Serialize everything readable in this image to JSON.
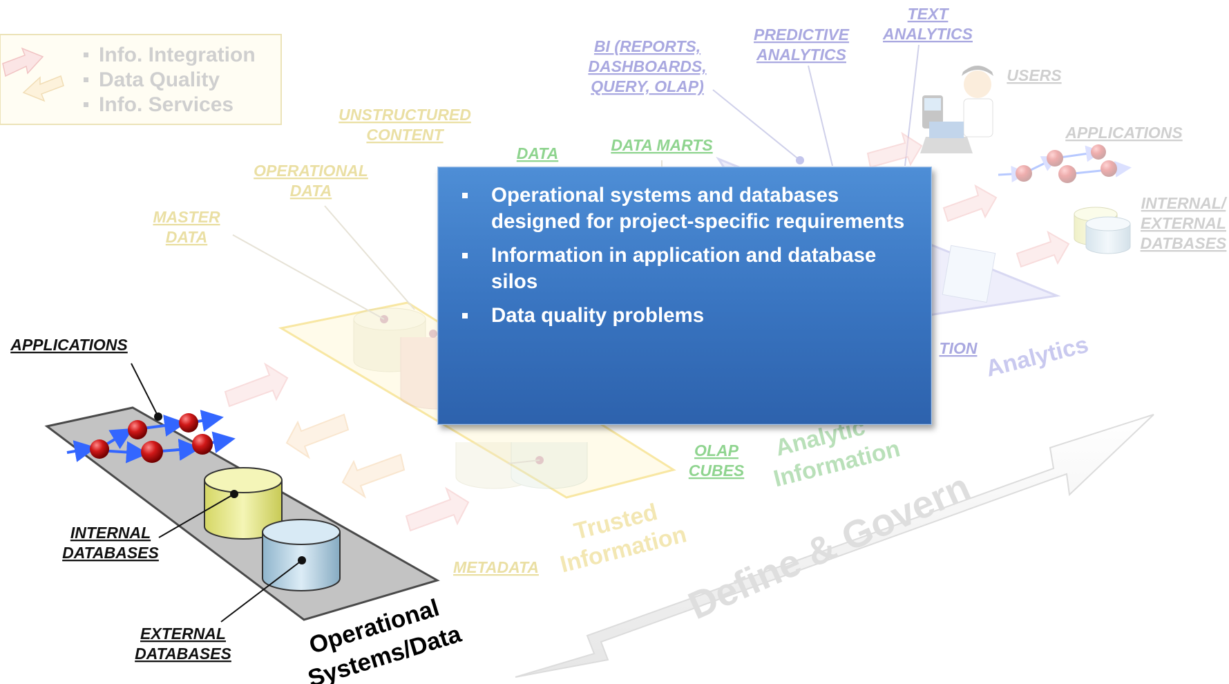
{
  "legend": {
    "items": [
      "Info. Integration",
      "Data Quality",
      "Info. Services"
    ]
  },
  "labels": {
    "bi": [
      "BI (REPORTS,",
      "DASHBOARDS,",
      "QUERY, OLAP)"
    ],
    "predictive": [
      "PREDICTIVE",
      "ANALYTICS"
    ],
    "text_analytics": [
      "TEXT",
      "ANALYTICS"
    ],
    "users": "USERS",
    "applications_right": "APPLICATIONS",
    "internal_external": [
      "INTERNAL/",
      "EXTERNAL",
      "DATBASES"
    ],
    "unstructured": [
      "UNSTRUCTURED",
      "CONTENT"
    ],
    "data": "DATA",
    "data_marts": "DATA MARTS",
    "operational_data": [
      "OPERATIONAL",
      "DATA"
    ],
    "master_data": [
      "MASTER",
      "DATA"
    ],
    "integration_partial": "TION",
    "olap_cubes": [
      "OLAP",
      "CUBES"
    ],
    "metadata": "METADATA",
    "applications_left": "APPLICATIONS",
    "internal_db": [
      "INTERNAL",
      "DATABASES"
    ],
    "external_db": [
      "EXTERNAL",
      "DATABASES"
    ]
  },
  "titles": {
    "analytics": "Analytics",
    "analytic_info": [
      "Analytic",
      "Information"
    ],
    "trusted": [
      "Trusted",
      "Information"
    ],
    "define_govern": "Define & Govern",
    "operational": [
      "Operational",
      "Systems/Data"
    ]
  },
  "overlay": {
    "bullets": [
      "Operational systems and databases designed for project-specific requirements",
      "Information in application and database silos",
      "Data quality problems"
    ]
  },
  "colors": {
    "overlay_blue": "#3a76c2",
    "red_sphere": "#cc1111",
    "blue_arrow": "#3366ff",
    "yellow_db": "#eef0a0",
    "blue_db": "#bcd9ea"
  },
  "icons": {
    "process_arrows": "arrows-icon",
    "applications": "app-network-icon",
    "database": "database-cylinder-icon",
    "users": "user-phone-laptop-icon"
  }
}
